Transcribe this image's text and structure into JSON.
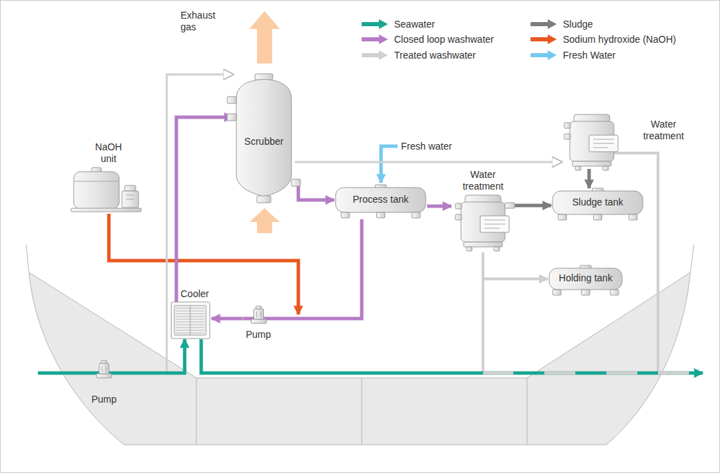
{
  "diagram": {
    "nodes": [
      {
        "text": [
          "Scrubber"
        ]
      },
      {
        "text": [
          "NaOH unit"
        ]
      },
      {
        "text": [
          "Water treatment"
        ]
      },
      {
        "text": [
          "Process tank"
        ]
      },
      {
        "text": [
          "Water treatment"
        ]
      },
      {
        "text": [
          "Sludge tank"
        ]
      },
      {
        "text": [
          "Cooler"
        ]
      },
      {
        "text": [
          "Pump"
        ]
      },
      {
        "text": [
          "Holding tank"
        ]
      },
      {
        "text": [
          "Pump"
        ]
      }
    ],
    "edges": [
      {
        "from": 0,
        "to": 3,
        "arrow": "to"
      },
      {
        "from": 3,
        "to": 7,
        "arrow": "none"
      },
      {
        "from": 7,
        "to": 6,
        "arrow": "to"
      },
      {
        "from": 6,
        "to": 0,
        "arrow": "to"
      },
      {
        "from": 3,
        "to": 4,
        "arrow": "to"
      },
      {
        "from": 4,
        "to": 5,
        "arrow": "to"
      },
      {
        "from": 4,
        "to": 8,
        "arrow": "to"
      },
      {
        "from": 2,
        "to": 5,
        "arrow": "to"
      },
      {
        "from": 0,
        "to": 2,
        "arrow": "to"
      },
      {
        "from": 9,
        "to": 6,
        "arrow": "to"
      },
      {
        "from": 9,
        "to": 0,
        "arrow": "to"
      }
    ],
    "labels": [
      "Exhaust gas",
      "Fresh water"
    ],
    "legend": [
      {
        "text": "Seawater",
        "color": "#18a592"
      },
      {
        "text": "Sludge",
        "color": "#7d7d7d"
      },
      {
        "text": "Closed loop washwater",
        "color": "#b57cc5"
      },
      {
        "text": "Sodium hydroxide (NaOH)",
        "color": "#e8571e"
      },
      {
        "text": "Treated washwater",
        "color": "#d0d0d0"
      },
      {
        "text": "Fresh Water",
        "color": "#74c9ef"
      }
    ]
  }
}
